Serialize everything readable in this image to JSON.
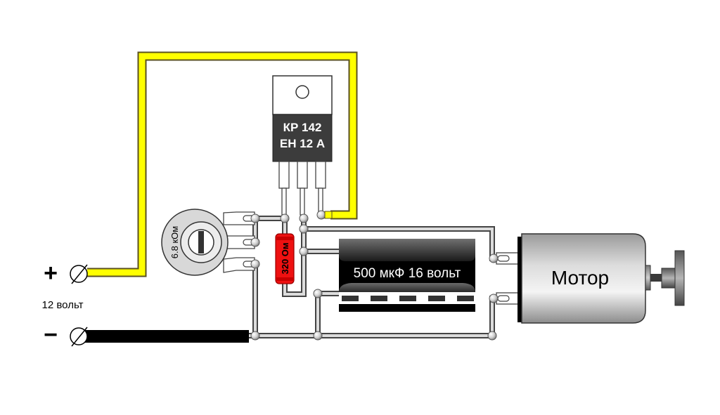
{
  "diagram": {
    "type": "circuit-schematic",
    "supply": {
      "plus_symbol": "+",
      "minus_symbol": "−",
      "voltage_label": "12 вольт"
    },
    "regulator": {
      "line1": "КР 142",
      "line2": "ЕН 12 А"
    },
    "potentiometer": {
      "label": "6.8 кОм"
    },
    "resistor": {
      "label": "320 Ом"
    },
    "capacitor": {
      "label": "500 мкФ 16 вольт"
    },
    "motor": {
      "label": "Мотор"
    },
    "colors": {
      "positive_wire": "#ffff00",
      "negative_wire": "#000000",
      "resistor": "#ee1111",
      "regulator_body": "#3c3c3c",
      "capacitor_body": "#000000",
      "wire": "#d8d8d8"
    }
  }
}
